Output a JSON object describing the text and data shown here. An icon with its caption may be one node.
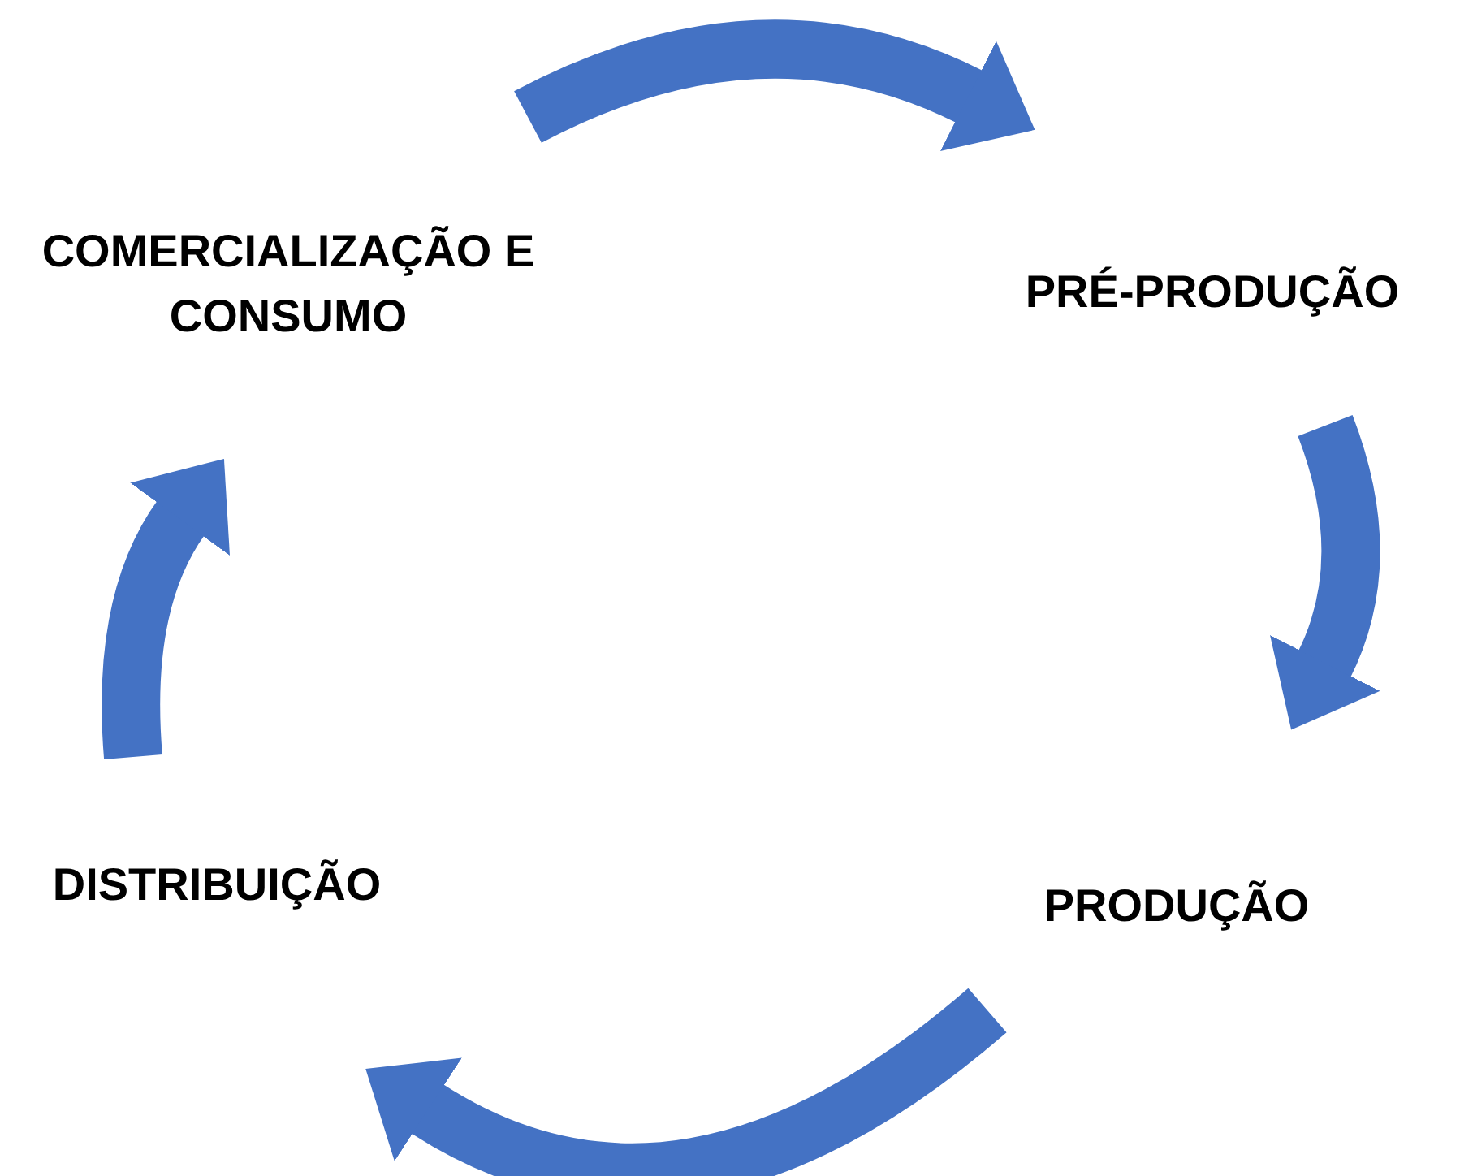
{
  "diagram": {
    "nodes": [
      {
        "text": [
          "COMERCIALIZAÇÃO E CONSUMO"
        ]
      },
      {
        "text": [
          "PRÉ-PRODUÇÃO"
        ]
      },
      {
        "text": [
          "PRODUÇÃO"
        ]
      },
      {
        "text": [
          "DISTRIBUIÇÃO"
        ]
      }
    ],
    "edges": [
      {
        "from": 0,
        "to": 1,
        "arrow": "to"
      },
      {
        "from": 1,
        "to": 2,
        "arrow": "to"
      },
      {
        "from": 2,
        "to": 3,
        "arrow": "to"
      },
      {
        "from": 3,
        "to": 0,
        "arrow": "to"
      }
    ]
  }
}
